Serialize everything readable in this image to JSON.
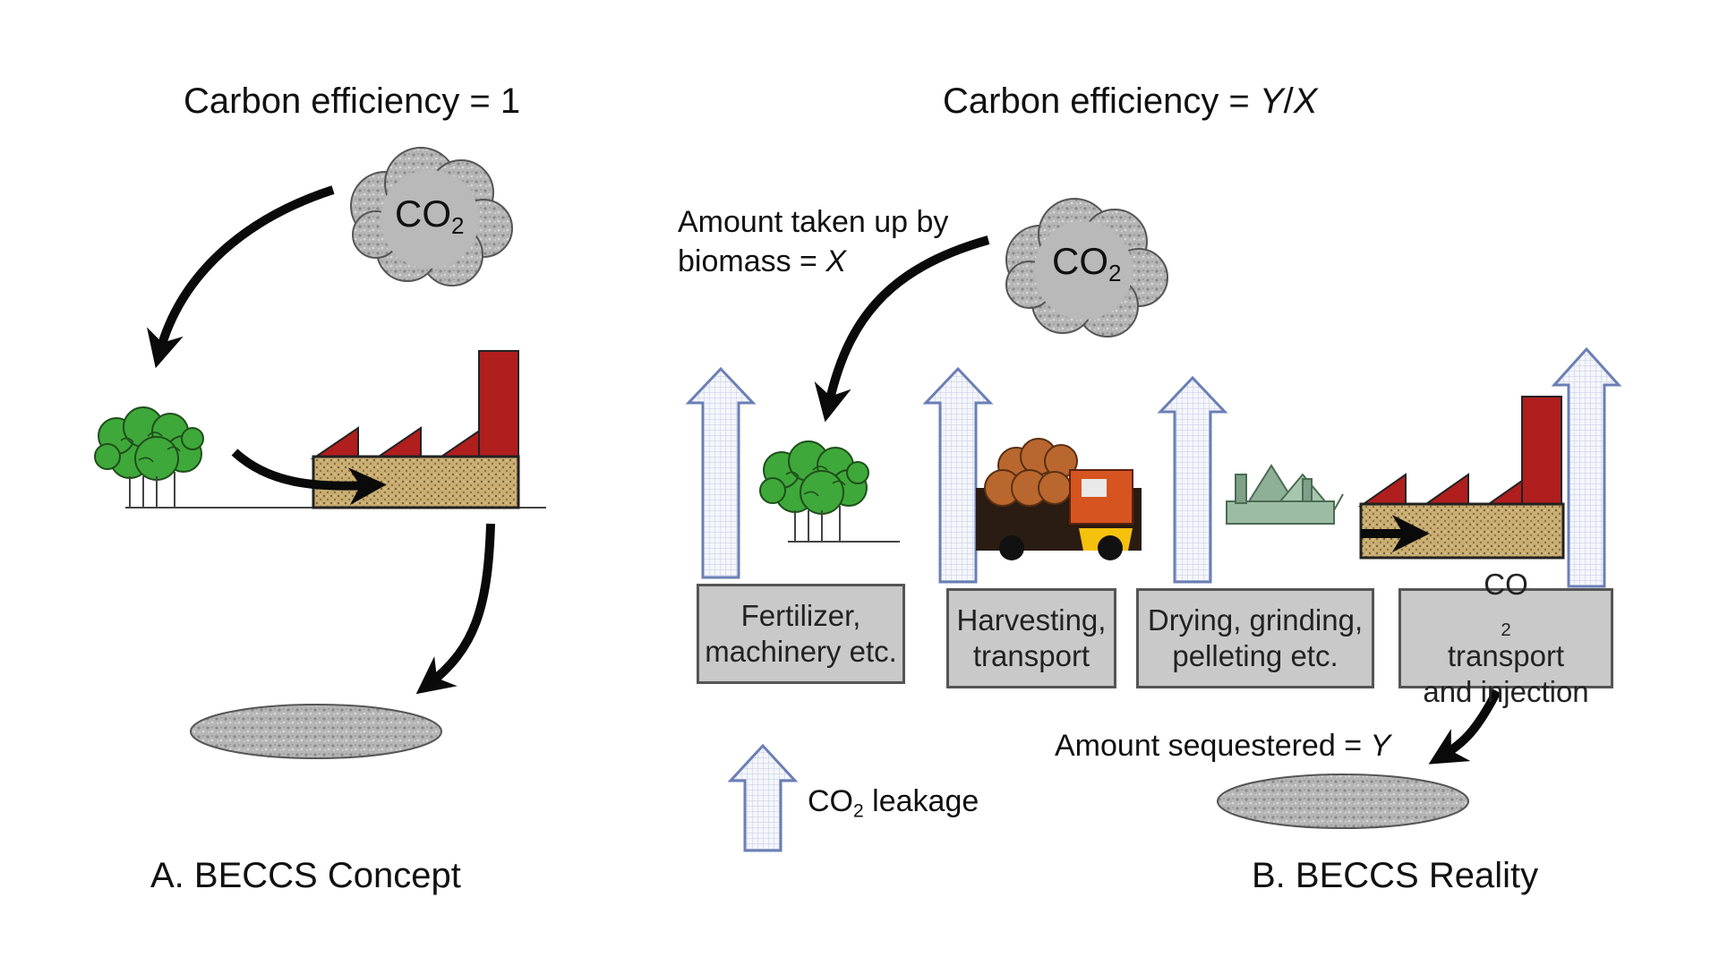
{
  "panel_a": {
    "title_prefix": "Carbon efficiency = ",
    "title_value": "1",
    "cloud_co": "CO",
    "cloud_sub": "2",
    "label": "A. BECCS Concept"
  },
  "panel_b": {
    "title_prefix": "Carbon efficiency = ",
    "title_var_y": "Y",
    "title_slash": "/",
    "title_var_x": "X",
    "uptake_line1": "Amount taken up by",
    "uptake_line2_prefix": "biomass = ",
    "uptake_var": "X",
    "cloud_co": "CO",
    "cloud_sub": "2",
    "boxes": {
      "fertilizer_line1": "Fertilizer,",
      "fertilizer_line2": "machinery etc.",
      "harvesting_line1": "Harvesting,",
      "harvesting_line2": "transport",
      "drying_line1": "Drying, grinding,",
      "drying_line2": "pelleting etc.",
      "co2_co": "CO",
      "co2_sub": "2",
      "co2_line1_rest": " transport",
      "co2_line2": "and injection"
    },
    "sequestered_prefix": "Amount sequestered = ",
    "sequestered_var": "Y",
    "legend_co": "CO",
    "legend_sub": "2",
    "legend_rest": " leakage",
    "label": "B. BECCS Reality"
  },
  "colors": {
    "tree_green": "#3fa83a",
    "factory_red": "#b01e1e",
    "factory_tan": "#c9ad72",
    "cloud_gray": "#b9b9b9",
    "box_gray": "#c9c9c9",
    "arrow_outline": "#6b7fb5"
  }
}
